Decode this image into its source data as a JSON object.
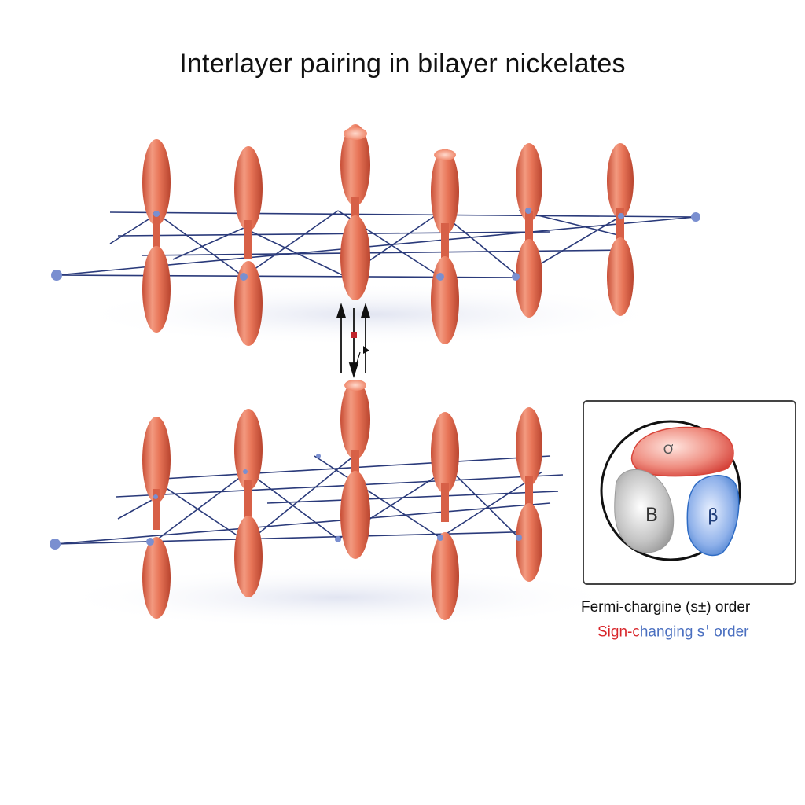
{
  "title": "Interlayer pairing in bilayer nickelates",
  "legend": {
    "line1": "Fermi-chargine (s±) order",
    "line2_part1": "Sign-c",
    "line2_part2": "hanging s",
    "line2_sup": "±",
    "line2_part3": " order",
    "lobe_labels": {
      "top": "Ơ",
      "left": "B",
      "right": "β"
    }
  },
  "colors": {
    "orbital": "#e06a4e",
    "lattice": "#2a3a7a",
    "node": "#7a8fd0",
    "lobe_positive": "#d8453a",
    "lobe_negative": "#3f7cc8",
    "lobe_neutral": "#a8a8a8"
  },
  "pairing_arrows": {
    "upper_symbol": "⇅",
    "note": "spin up / spin down pair"
  }
}
